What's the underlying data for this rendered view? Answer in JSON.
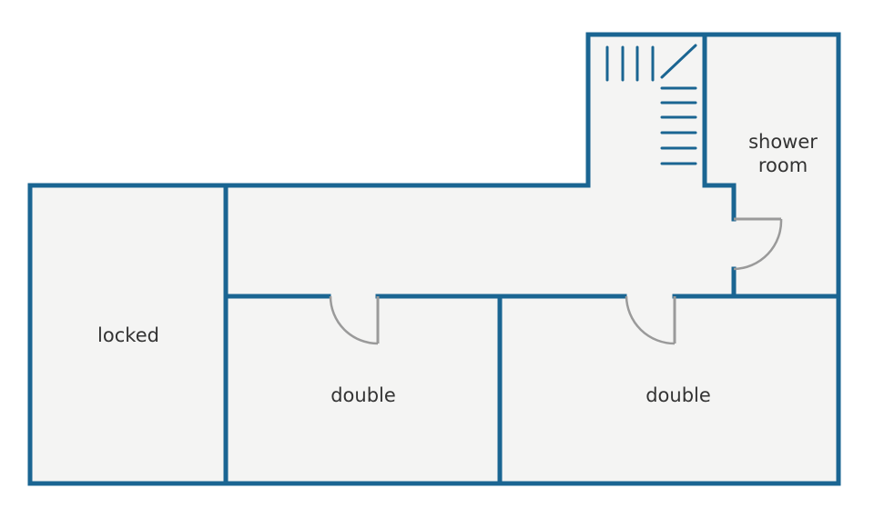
{
  "colors": {
    "wall": "#1a6592",
    "floor": "#f4f4f3",
    "door": "#9a9a9a",
    "text": "#333333"
  },
  "rooms": {
    "locked": "locked",
    "double_left": "double",
    "double_right": "double",
    "shower_line1": "shower",
    "shower_line2": "room"
  }
}
